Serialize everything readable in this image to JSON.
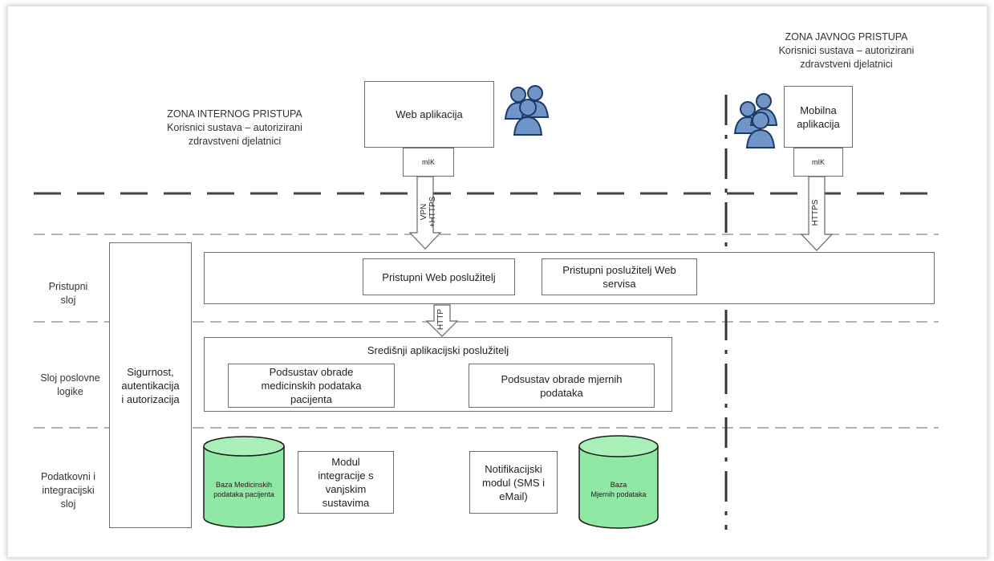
{
  "zones": {
    "internal": {
      "title": "ZONA INTERNOG PRISTUPA",
      "line1": "Korisnici sustava – autorizirani",
      "line2": "zdravstveni djelatnici"
    },
    "public": {
      "title": "ZONA JAVNOG PRISTUPA",
      "line1": "Korisnici sustava – autorizirani",
      "line2": "zdravstveni djelatnici"
    }
  },
  "clients": {
    "web_app": "Web aplikacija",
    "web_mik": "mIK",
    "mobile_app_line1": "Mobilna",
    "mobile_app_line2": "aplikacija",
    "mobile_mik": "mIK"
  },
  "arrows": {
    "vpn_https": "VPN +HTTPS",
    "https": "HTTPS",
    "http": "HTTP"
  },
  "layers": {
    "access_line1": "Pristupni",
    "access_line2": "sloj",
    "business_line1": "Sloj poslovne",
    "business_line2": "logike",
    "data_line1": "Podatkovni i",
    "data_line2": "integracijski",
    "data_line3": "sloj"
  },
  "security": {
    "line1": "Sigurnost,",
    "line2": "autentikacija",
    "line3": "i autorizacija"
  },
  "access_layer": {
    "web_server": "Pristupni Web poslužitelj",
    "ws_server_line1": "Pristupni poslužitelj Web",
    "ws_server_line2": "servisa"
  },
  "business_layer": {
    "central_server": "Središnji aplikacijski poslužitelj",
    "medical_sub_line1": "Podsustav obrade",
    "medical_sub_line2": "medicinskih podataka",
    "medical_sub_line3": "pacijenta",
    "measure_sub_line1": "Podsustav obrade mjernih",
    "measure_sub_line2": "podataka"
  },
  "data_layer": {
    "db_medical_line1": "Baza Medicinskih",
    "db_medical_line2": "podataka pacijenta",
    "integration_line1": "Modul",
    "integration_line2": "integracije s",
    "integration_line3": "vanjskim",
    "integration_line4": "sustavima",
    "notification_line1": "Notifikacijski",
    "notification_line2": "modul (SMS i",
    "notification_line3": "eMail)",
    "db_measure_line1": "Baza",
    "db_measure_line2": "Mjernih podataka"
  },
  "colors": {
    "cylinder_fill": "#8fe8a4",
    "cylinder_top": "#a8f0b8",
    "people_fill": "#6f95c9",
    "people_stroke": "#1f3b63",
    "line": "#555555"
  }
}
